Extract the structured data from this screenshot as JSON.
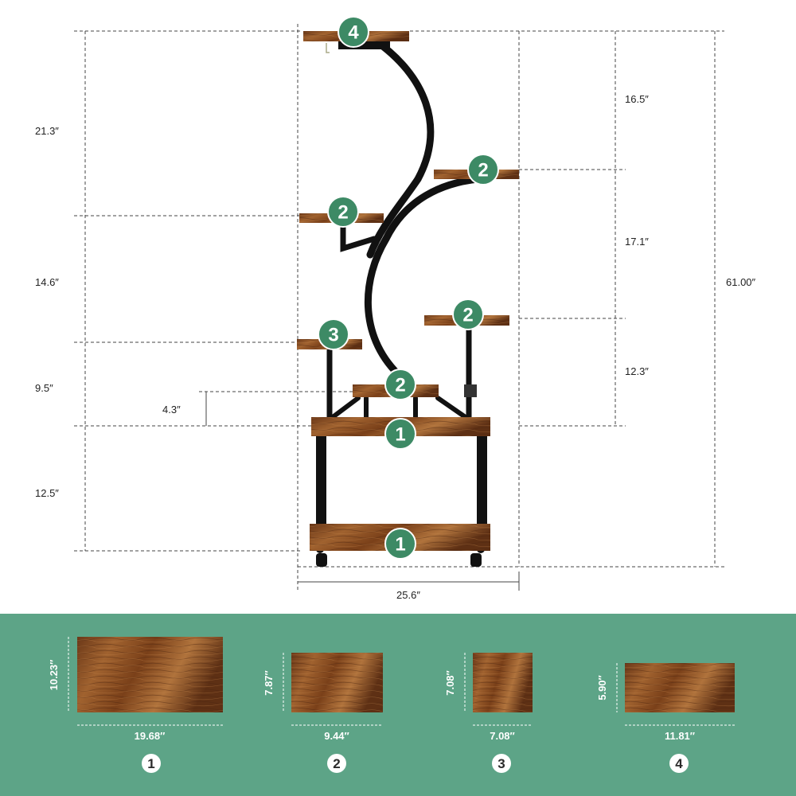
{
  "colors": {
    "panel": "#5da487",
    "badge": "#3d8a65",
    "frame": "#111111",
    "wood_dark": "#5a2f14",
    "wood_mid": "#8a4d22",
    "wood_light": "#b0733c"
  },
  "dimensions": {
    "left": {
      "top_section": "21.3″",
      "mid_section": "14.6″",
      "lower_section": "9.5″",
      "step": "4.3″",
      "base": "12.5″"
    },
    "right": {
      "top": "16.5″",
      "middle": "17.1″",
      "lower": "12.3″",
      "total_height": "61.00″"
    },
    "width": "25.6″"
  },
  "badges": {
    "top_shelf": "4",
    "upper_right": "2",
    "upper_left": "2",
    "mid_right": "2",
    "left_small": "3",
    "center_small": "2",
    "main_top": "1",
    "main_bottom": "1"
  },
  "boards": [
    {
      "width": "19.68″",
      "height": "10.23″",
      "number": "1"
    },
    {
      "width": "9.44″",
      "height": "7.87″",
      "number": "2"
    },
    {
      "width": "7.08″",
      "height": "7.08″",
      "number": "3"
    },
    {
      "width": "11.81″",
      "height": "5.90″",
      "number": "4"
    }
  ]
}
